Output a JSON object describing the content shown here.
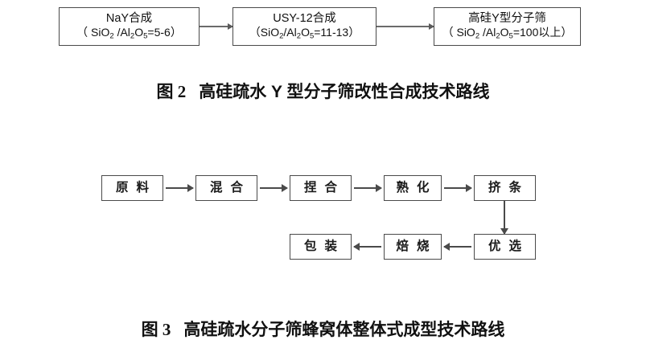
{
  "page": {
    "background": "#ffffff",
    "line_color": "#4a4a4a",
    "text_color": "#111111"
  },
  "figure2": {
    "caption_label": "图 2",
    "caption_text": "高硅疏水 Y 型分子筛改性合成技术路线",
    "boxes": [
      {
        "id": "nay",
        "line1": "NaY合成",
        "line2_prefix": "（ SiO",
        "line2_sub1": "2",
        "line2_mid": " /Al",
        "line2_sub2": "2",
        "line2_mid2": "O",
        "line2_sub3": "5",
        "line2_suffix": "=5-6）",
        "line2_plain": "（SiO2/Al2O5=5-6）"
      },
      {
        "id": "usy12",
        "line1": "USY-12合成",
        "line2_prefix": "（SiO",
        "line2_sub1": "2",
        "line2_mid": "/Al",
        "line2_sub2": "2",
        "line2_mid2": "O",
        "line2_sub3": "5",
        "line2_suffix": "=11-13）",
        "line2_plain": "（SiO2/Al2O5=11-13）"
      },
      {
        "id": "high-si-y",
        "line1": "高硅Y型分子筛",
        "line2_prefix": "（ SiO",
        "line2_sub1": "2",
        "line2_mid": " /Al",
        "line2_sub2": "2",
        "line2_mid2": "O",
        "line2_sub3": "5",
        "line2_suffix": "=100以上）",
        "line2_plain": "（SiO2/Al2O5=100以上）"
      }
    ],
    "arrows": [
      "nay-to-usy12",
      "usy12-to-high-si-y"
    ]
  },
  "figure3": {
    "caption_label": "图 3",
    "caption_text": "高硅疏水分子筛蜂窝体整体式成型技术路线",
    "row1": [
      {
        "id": "raw-material",
        "label": "原料"
      },
      {
        "id": "mixing",
        "label": "混合"
      },
      {
        "id": "kneading",
        "label": "捏合"
      },
      {
        "id": "aging",
        "label": "熟化"
      },
      {
        "id": "extrusion",
        "label": "挤条"
      }
    ],
    "row2": [
      {
        "id": "packaging",
        "label": "包装"
      },
      {
        "id": "calcination",
        "label": "焙烧"
      },
      {
        "id": "selection",
        "label": "优选"
      }
    ],
    "arrows": [
      "raw-material-to-mixing",
      "mixing-to-kneading",
      "kneading-to-aging",
      "aging-to-extrusion",
      "extrusion-to-selection",
      "selection-to-calcination",
      "calcination-to-packaging"
    ]
  }
}
